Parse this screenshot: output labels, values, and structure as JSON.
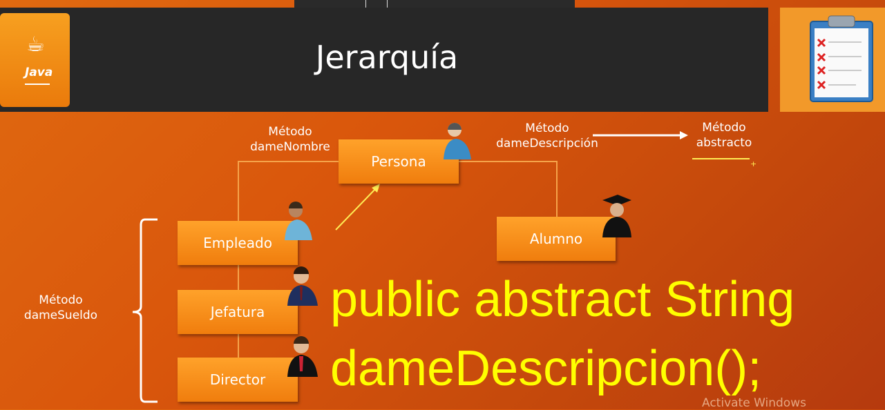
{
  "slide": {
    "title": "Jerarquía",
    "logo_text": "Java"
  },
  "diagram": {
    "nodes": {
      "persona": "Persona",
      "empleado": "Empleado",
      "alumno": "Alumno",
      "jefatura": "Jefatura",
      "director": "Director"
    },
    "labels": {
      "metodo_nombre_1": "Método",
      "metodo_nombre_2": "dameNombre",
      "metodo_desc_1": "Método",
      "metodo_desc_2": "dameDescripción",
      "metodo_abs_1": "Método",
      "metodo_abs_2": "abstracto",
      "metodo_sueldo_1": "Método",
      "metodo_sueldo_2": "dameSueldo"
    }
  },
  "code": {
    "line1": "public abstract String",
    "line2": "dameDescripcion();"
  },
  "watermark": "Activate Windows",
  "colors": {
    "box": "#f58a16",
    "code": "#ffff00",
    "titlebar": "#272727"
  }
}
